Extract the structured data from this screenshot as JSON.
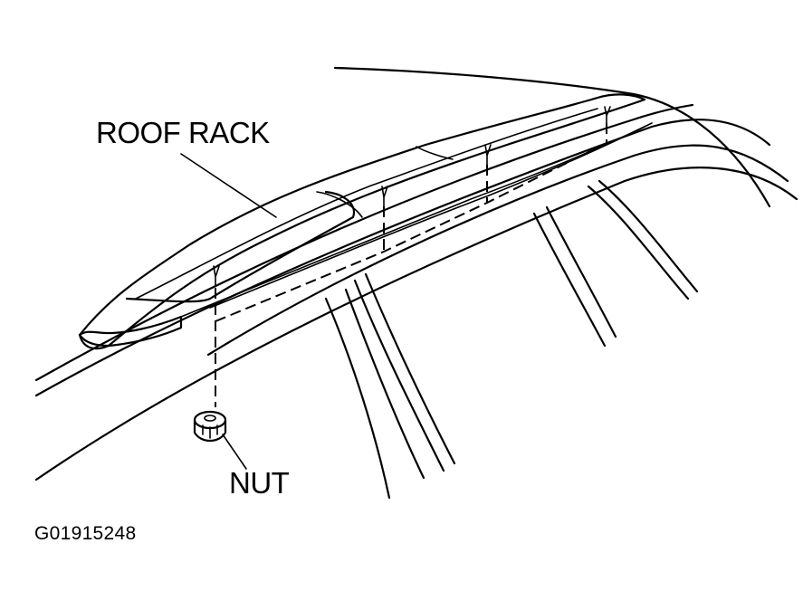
{
  "diagram": {
    "labels": {
      "roof_rack": "ROOF RACK",
      "nut": "NUT",
      "figure_id": "G01915248"
    },
    "colors": {
      "ink": "#000000",
      "paper": "#ffffff"
    }
  }
}
